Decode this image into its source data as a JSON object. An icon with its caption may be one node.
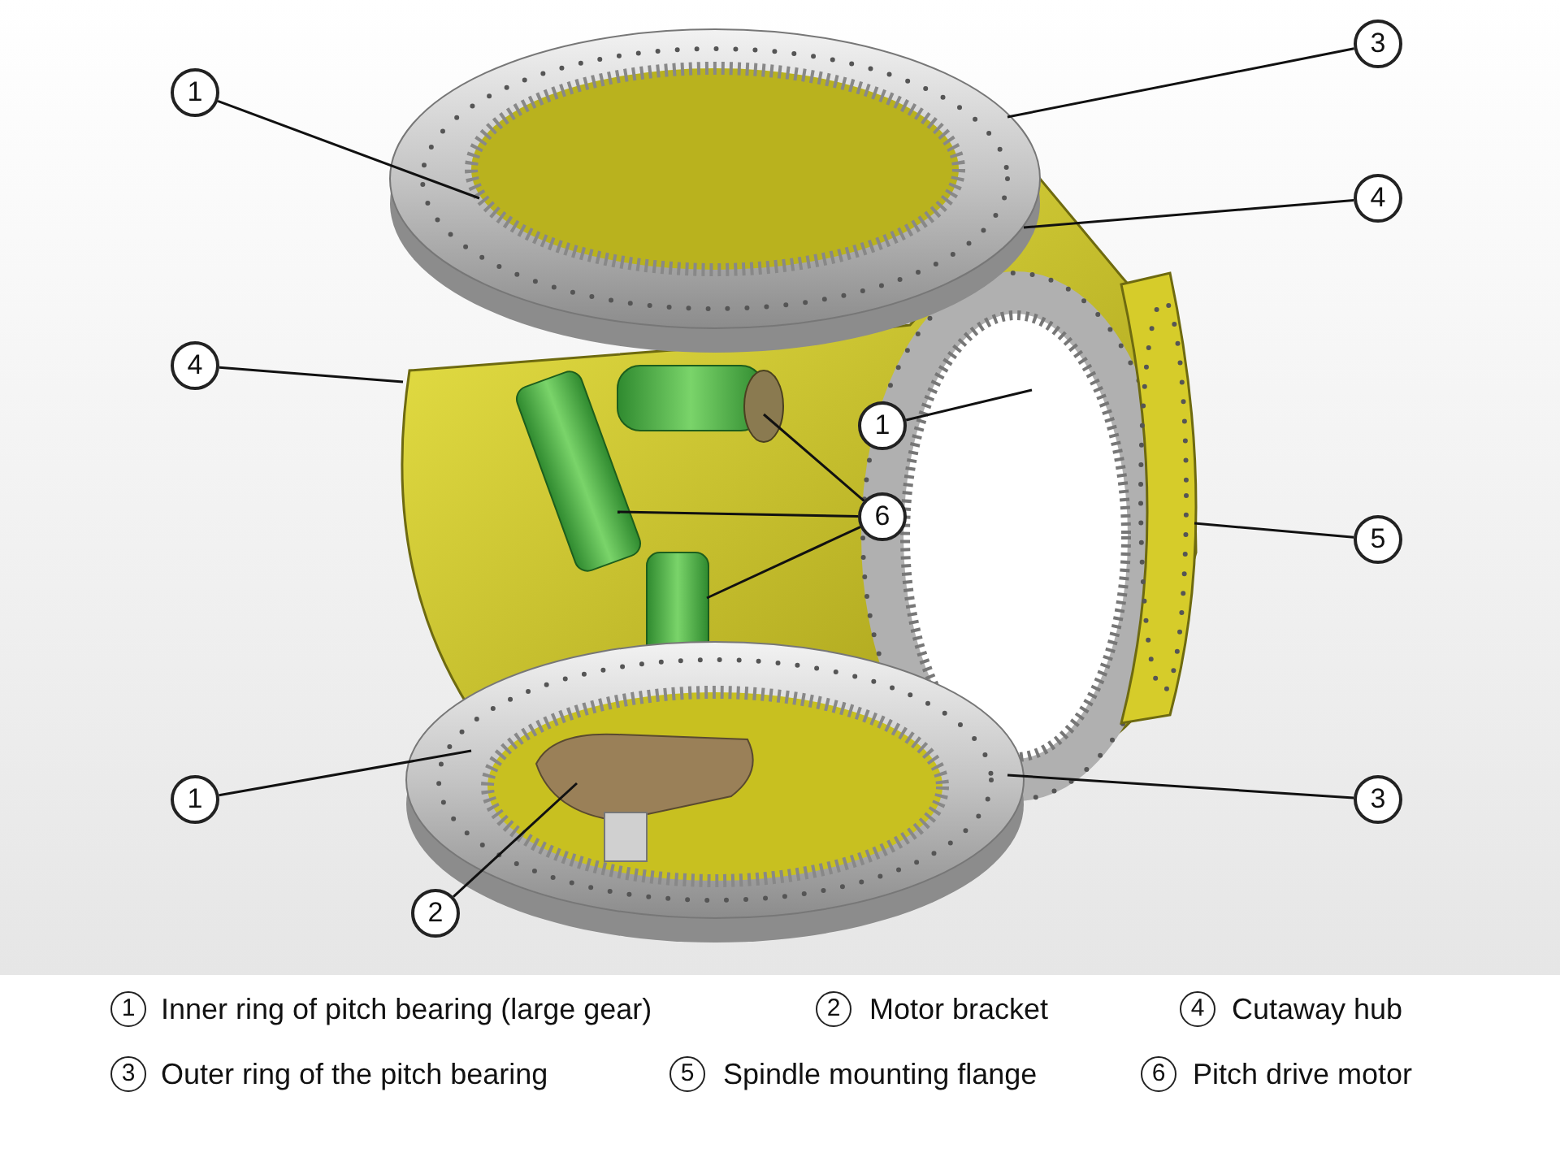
{
  "diagram": {
    "nodes": [
      {
        "text": [
          "1"
        ]
      },
      {
        "text": [
          "3"
        ]
      },
      {
        "text": [
          "4"
        ]
      },
      {
        "text": [
          "4"
        ]
      },
      {
        "text": [
          "1"
        ]
      },
      {
        "text": [
          "6"
        ]
      },
      {
        "text": [
          "5"
        ]
      },
      {
        "text": [
          "1"
        ]
      },
      {
        "text": [
          "3"
        ]
      },
      {
        "text": [
          "2"
        ]
      }
    ],
    "edges": [
      {
        "from": 0,
        "to": null,
        "arrow": "none"
      },
      {
        "from": 1,
        "to": null,
        "arrow": "none"
      },
      {
        "from": 2,
        "to": null,
        "arrow": "none"
      },
      {
        "from": 3,
        "to": null,
        "arrow": "none"
      },
      {
        "from": 4,
        "to": null,
        "arrow": "none"
      },
      {
        "from": 5,
        "to": null,
        "arrow": "none"
      },
      {
        "from": 5,
        "to": null,
        "arrow": "none"
      },
      {
        "from": 5,
        "to": null,
        "arrow": "none"
      },
      {
        "from": 6,
        "to": null,
        "arrow": "none"
      },
      {
        "from": 7,
        "to": null,
        "arrow": "none"
      },
      {
        "from": 8,
        "to": null,
        "arrow": "none"
      },
      {
        "from": 9,
        "to": null,
        "arrow": "none"
      }
    ],
    "labels": [
      "1",
      "Inner ring of pitch bearing (large gear)",
      "2",
      "Motor bracket",
      "4",
      "Cutaway hub",
      "3",
      "Outer ring of the pitch bearing",
      "5",
      "Spindle mounting flange",
      "6",
      "Pitch drive motor"
    ]
  }
}
